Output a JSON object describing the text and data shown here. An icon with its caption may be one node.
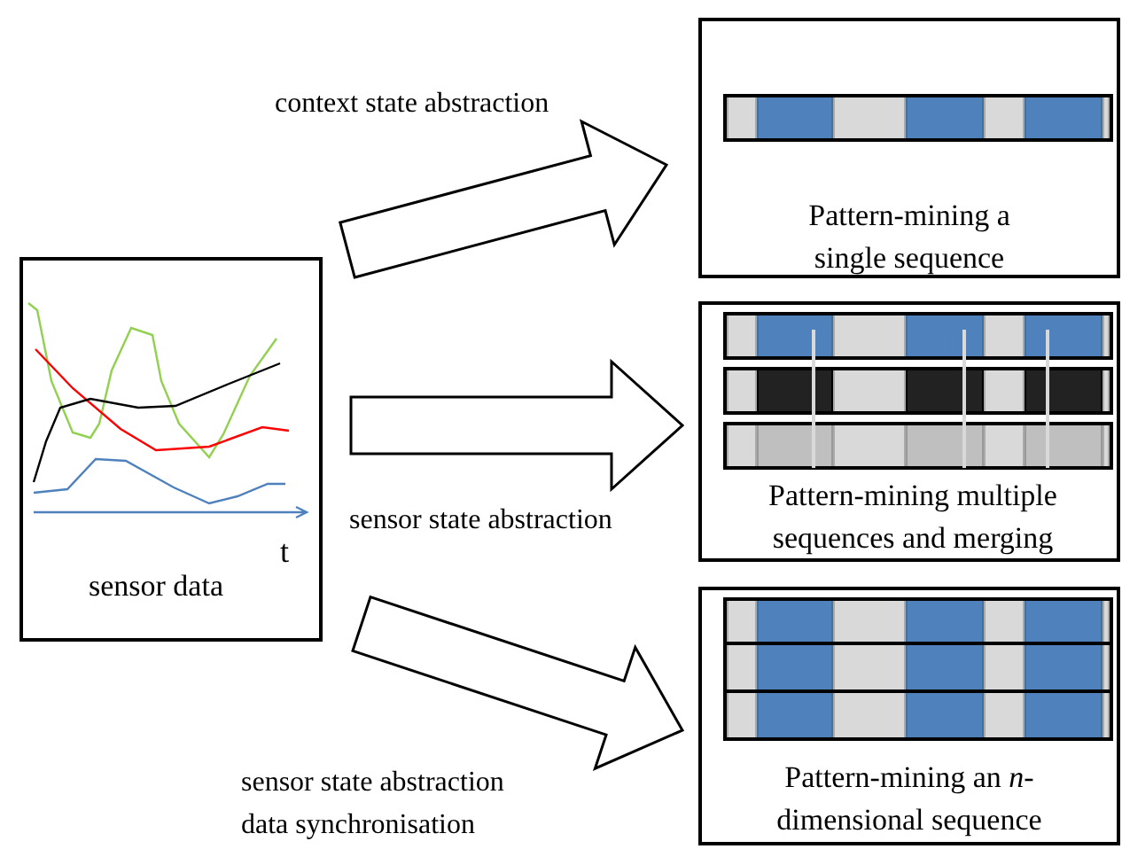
{
  "diagram": {
    "nodes": [
      {
        "text": [
          "sensor data"
        ]
      },
      {
        "text": [
          "Pattern-mining a single sequence"
        ]
      },
      {
        "text": [
          "Pattern-mining multiple sequences and merging"
        ]
      },
      {
        "text": [
          "Pattern-mining an *n*-dimensional sequence"
        ]
      }
    ],
    "edges": [
      {
        "from": 0,
        "to": 1,
        "arrow": "to",
        "label": "context state abstraction"
      },
      {
        "from": 0,
        "to": 2,
        "arrow": "to",
        "label": "sensor state abstraction"
      },
      {
        "from": 0,
        "to": 3,
        "arrow": "to",
        "label": "sensor state abstraction data synchronisation"
      }
    ],
    "labels": [
      "t"
    ]
  }
}
